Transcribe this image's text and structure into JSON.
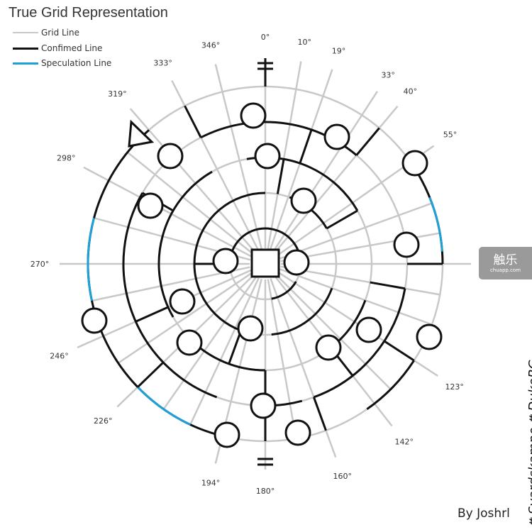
{
  "title": "True Grid Representation",
  "legend": [
    {
      "label": "Grid Line",
      "color": "#c8c8c8"
    },
    {
      "label": "Confimed Line",
      "color": "#111111"
    },
    {
      "label": "Speculation Line",
      "color": "#1ea0d8"
    }
  ],
  "angle_labels": [
    "0°",
    "10°",
    "19°",
    "33°",
    "40°",
    "55°",
    "123°",
    "142°",
    "160°",
    "180°",
    "194°",
    "226°",
    "246°",
    "270°",
    "298°",
    "319°",
    "333°",
    "346°"
  ],
  "byline": "By Joshrl",
  "credit": "₶ Svardskampe ₶ DukeBG",
  "watermark": {
    "name": "触乐",
    "site": "chuapp.com"
  }
}
